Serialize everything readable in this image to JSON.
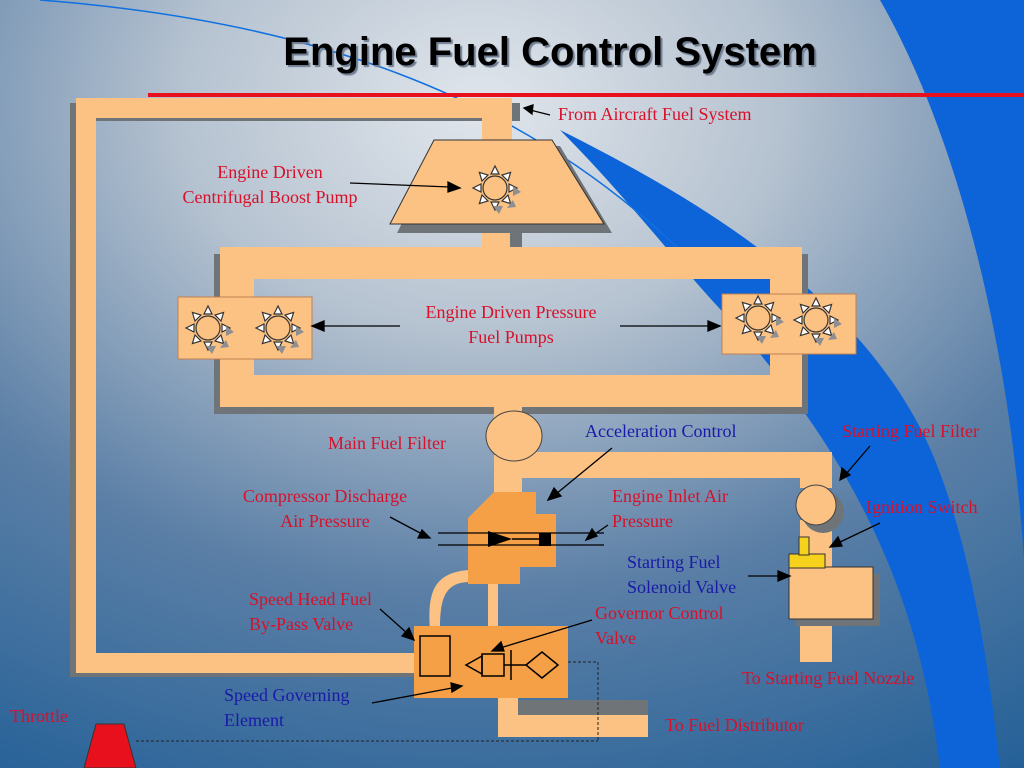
{
  "slide": {
    "title": "Engine Fuel Control System",
    "colors": {
      "background_gradient": [
        "#1e5d96",
        "#d6dde6"
      ],
      "title_rule": "#e8101c",
      "fuel_line": "#fcc283",
      "fuel_line_shadow": "#6f7478",
      "component_fill": "#f5a046",
      "accent_blue": "#0d64d8",
      "label_red": "#d8102a",
      "label_blue": "#1a1aa8",
      "solenoid_cap": "#f7d21c",
      "throttle_fill": "#e8101c"
    }
  },
  "labels": {
    "from_aircraft": "From Aircraft Fuel System",
    "boost_pump_1": "Engine Driven",
    "boost_pump_2": "Centrifugal Boost Pump",
    "pressure_pumps_1": "Engine Driven Pressure",
    "pressure_pumps_2": "Fuel Pumps",
    "main_filter": "Main Fuel Filter",
    "accel_control": "Acceleration Control",
    "starting_filter": "Starting Fuel Filter",
    "compressor_1": "Compressor Discharge",
    "compressor_2": "Air Pressure",
    "inlet_air_1": "Engine Inlet Air",
    "inlet_air_2": "Pressure",
    "ignition_switch": "Ignition Switch",
    "solenoid_1": "Starting Fuel",
    "solenoid_2": "Solenoid Valve",
    "speed_head_1": "Speed Head Fuel",
    "speed_head_2": "By-Pass Valve",
    "governor_1": "Governor Control",
    "governor_2": "Valve",
    "starting_nozzle": "To Starting Fuel Nozzle",
    "speed_governing_1": "Speed Governing",
    "speed_governing_2": "Element",
    "throttle": "Throttle",
    "fuel_distributor": "To Fuel Distributor"
  },
  "icons": {
    "pump_icon": "sun-gear-icon",
    "filter_icon": "filter-circle-icon",
    "throttle_icon": "throttle-trapezoid-icon"
  }
}
